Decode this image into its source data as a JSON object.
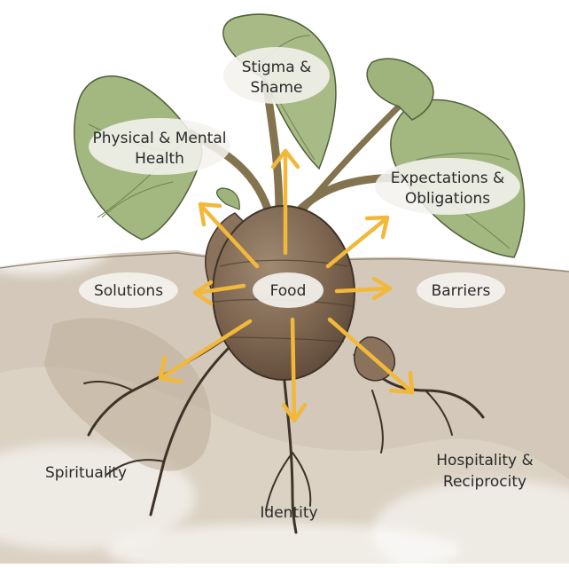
{
  "labels": {
    "center": "Food",
    "stigma_line1": "Stigma &",
    "stigma_line2": "Shame",
    "health_line1": "Physical & Mental",
    "health_line2": "Health",
    "expect_line1": "Expectations &",
    "expect_line2": "Obligations",
    "solutions": "Solutions",
    "barriers": "Barriers",
    "spirituality": "Spirituality",
    "identity": "Identity",
    "hosp_line1": "Hospitality &",
    "hosp_line2": "Reciprocity"
  },
  "colors": {
    "arrow": "#f2b83a",
    "leaf": "#9fb47c",
    "leaf_dark": "#5f7345",
    "root": "#7d6550",
    "soil": "#cbbfae",
    "bubble": "#f4f2ee"
  }
}
